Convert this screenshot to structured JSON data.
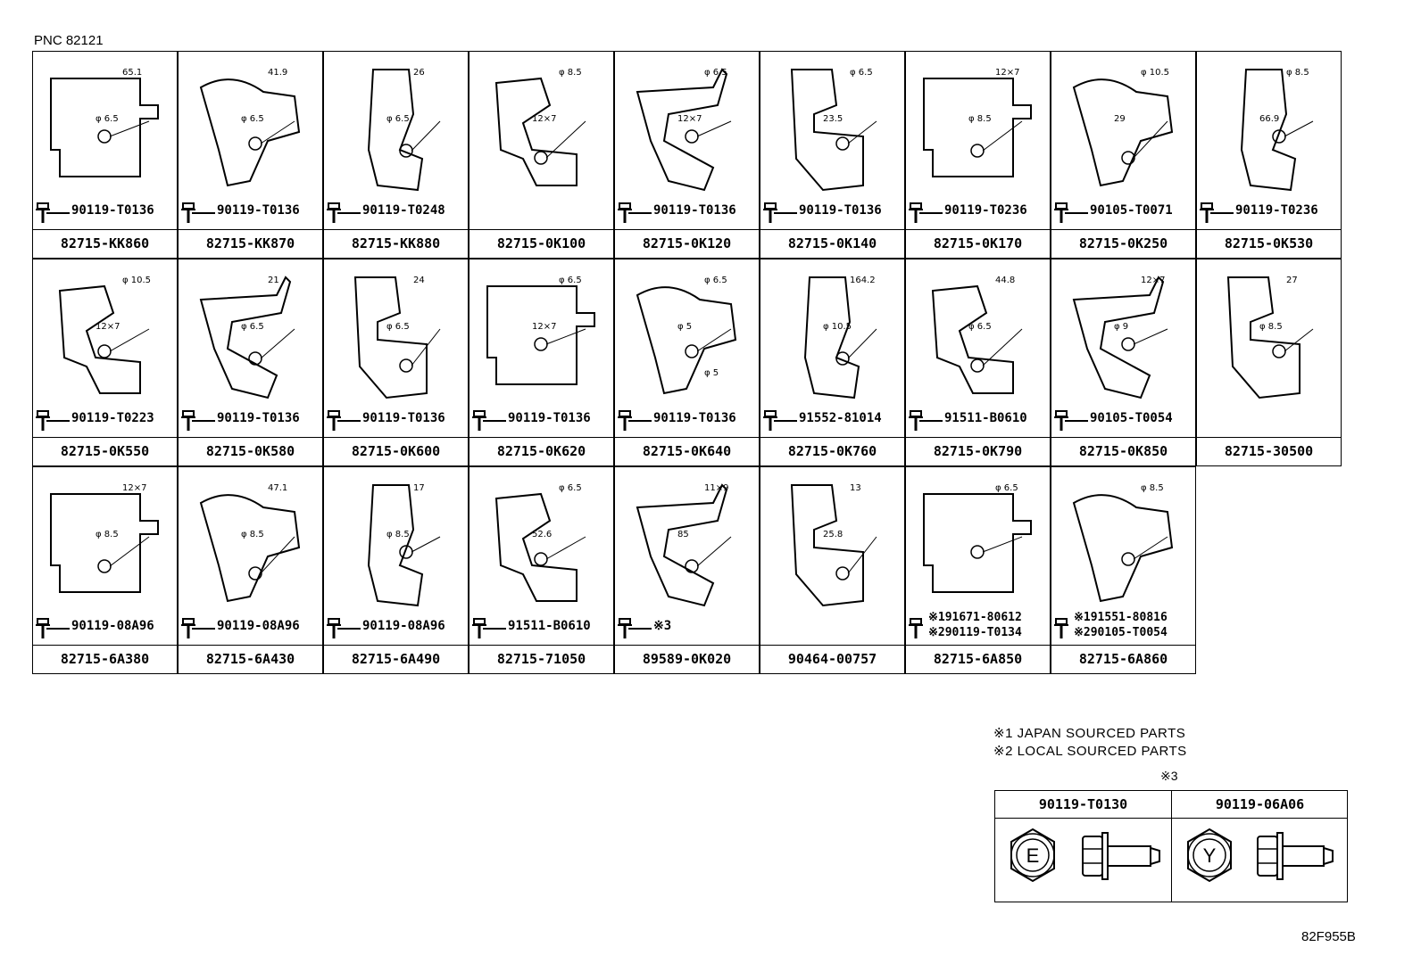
{
  "pnc": "PNC 82121",
  "cells": [
    {
      "part": "82715-KK860",
      "bolt": "90119-T0136",
      "dims": [
        "65.1",
        "φ 6.5"
      ]
    },
    {
      "part": "82715-KK870",
      "bolt": "90119-T0136",
      "dims": [
        "41.9",
        "φ 6.5"
      ]
    },
    {
      "part": "82715-KK880",
      "bolt": "90119-T0248",
      "dims": [
        "26",
        "φ 6.5"
      ]
    },
    {
      "part": "82715-0K100",
      "bolt": "",
      "dims": [
        "φ 8.5",
        "12×7"
      ]
    },
    {
      "part": "82715-0K120",
      "bolt": "90119-T0136",
      "dims": [
        "φ 6.5",
        "12×7"
      ]
    },
    {
      "part": "82715-0K140",
      "bolt": "90119-T0136",
      "dims": [
        "φ 6.5",
        "23.5"
      ]
    },
    {
      "part": "82715-0K170",
      "bolt": "90119-T0236",
      "dims": [
        "12×7",
        "φ 8.5"
      ]
    },
    {
      "part": "82715-0K250",
      "bolt": "90105-T0071",
      "dims": [
        "φ 10.5",
        "29"
      ]
    },
    {
      "part": "82715-0K530",
      "bolt": "90119-T0236",
      "dims": [
        "φ 8.5",
        "66.9"
      ]
    },
    {
      "part": "82715-0K550",
      "bolt": "90119-T0223",
      "dims": [
        "φ 10.5",
        "12×7"
      ]
    },
    {
      "part": "82715-0K580",
      "bolt": "90119-T0136",
      "dims": [
        "21",
        "φ 6.5"
      ]
    },
    {
      "part": "82715-0K600",
      "bolt": "90119-T0136",
      "dims": [
        "24",
        "φ 6.5"
      ]
    },
    {
      "part": "82715-0K620",
      "bolt": "90119-T0136",
      "dims": [
        "φ 6.5",
        "12×7"
      ]
    },
    {
      "part": "82715-0K640",
      "bolt": "90119-T0136",
      "dims": [
        "φ 6.5",
        "φ 5",
        "φ 5"
      ]
    },
    {
      "part": "82715-0K760",
      "bolt": "91552-81014",
      "dims": [
        "164.2",
        "φ 10.5"
      ]
    },
    {
      "part": "82715-0K790",
      "bolt": "91511-B0610",
      "dims": [
        "44.8",
        "φ 6.5"
      ]
    },
    {
      "part": "82715-0K850",
      "bolt": "90105-T0054",
      "dims": [
        "12×7",
        "φ 9"
      ]
    },
    {
      "part": "82715-30500",
      "bolt": "",
      "dims": [
        "27",
        "φ 8.5"
      ]
    },
    {
      "part": "82715-6A380",
      "bolt": "90119-08A96",
      "dims": [
        "12×7",
        "φ 8.5"
      ]
    },
    {
      "part": "82715-6A430",
      "bolt": "90119-08A96",
      "dims": [
        "47.1",
        "φ 8.5"
      ]
    },
    {
      "part": "82715-6A490",
      "bolt": "90119-08A96",
      "dims": [
        "17",
        "φ 8.5"
      ]
    },
    {
      "part": "82715-71050",
      "bolt": "91511-B0610",
      "dims": [
        "φ 6.5",
        "52.6"
      ]
    },
    {
      "part": "89589-0K020",
      "bolt": "※3",
      "dims": [
        "11×9",
        "85"
      ]
    },
    {
      "part": "90464-00757",
      "bolt": "",
      "dims": [
        "13",
        "25.8"
      ]
    },
    {
      "part": "82715-6A850",
      "bolt": "※191671-80612",
      "bolt2": "※290119-T0134",
      "dims": [
        "φ 6.5"
      ]
    },
    {
      "part": "82715-6A860",
      "bolt": "※191551-80816",
      "bolt2": "※290105-T0054",
      "dims": [
        "φ 8.5"
      ]
    }
  ],
  "notes": [
    "※1 JAPAN SOURCED PARTS",
    "※2 LOCAL SOURCED PARTS"
  ],
  "fastener_mark": "※3",
  "fasteners": [
    {
      "part": "90119-T0130",
      "head": "E"
    },
    {
      "part": "90119-06A06",
      "head": "Y"
    }
  ],
  "diagram_code": "82F955B"
}
